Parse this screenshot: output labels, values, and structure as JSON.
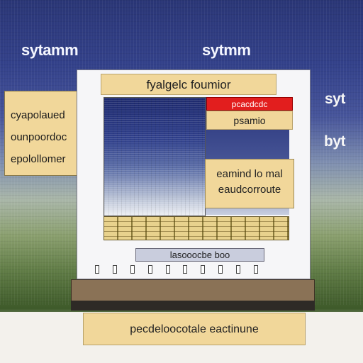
{
  "headings": {
    "left": "sytamm",
    "center": "sytmm",
    "right_top": "syt",
    "right_bottom": "byt"
  },
  "side_note": {
    "lines": [
      "cyapolaued",
      "ounpoordoc",
      "epolollomer"
    ]
  },
  "panel": {
    "title": "fyalgelc foumior",
    "alert": "pcacdcdc",
    "sub_label": "psamio",
    "info_lines": [
      "eamind lo mal",
      "eaudcorroute"
    ],
    "status": "lasooocbe boo"
  },
  "caption": "pecdeloocotale eactinune",
  "colors": {
    "label_fill": "#f1d79a",
    "alert_fill": "#e21e1e",
    "sky": "#2a3676",
    "ground": "#5e7a44"
  }
}
